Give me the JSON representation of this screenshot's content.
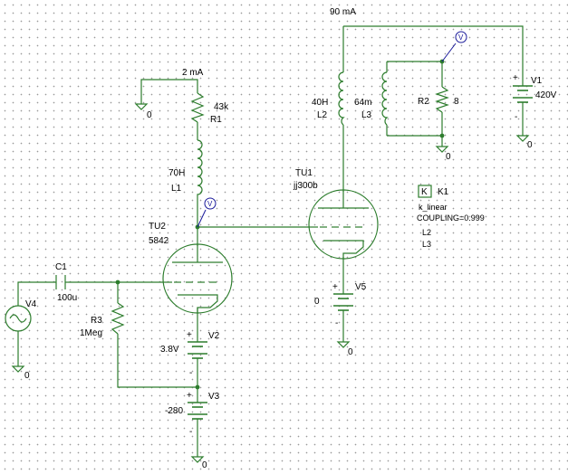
{
  "currents": {
    "plate_tu1": "90 mA",
    "plate_tu2": "2 mA"
  },
  "components": {
    "r1": {
      "ref": "R1",
      "value": "43k"
    },
    "r2": {
      "ref": "R2",
      "value": "8"
    },
    "r3": {
      "ref": "R3",
      "value": "1Meg"
    },
    "l1": {
      "ref": "L1",
      "value": "70H"
    },
    "l2": {
      "ref": "L2",
      "value": "40H"
    },
    "l3": {
      "ref": "L3",
      "value": "64m"
    },
    "c1": {
      "ref": "C1",
      "value": "100u"
    },
    "v1": {
      "ref": "V1",
      "value": "420V"
    },
    "v2": {
      "ref": "V2",
      "value": "3.8V"
    },
    "v3": {
      "ref": "V3",
      "value": "-280"
    },
    "v4": {
      "ref": "V4"
    },
    "v5": {
      "ref": "V5",
      "value": "0"
    },
    "tu1": {
      "ref": "TU1",
      "model": "jj300b"
    },
    "tu2": {
      "ref": "TU2",
      "model": "5842"
    }
  },
  "coupling": {
    "ref": "K1",
    "symbol": "K",
    "model": "k_linear",
    "param": "COUPLING=0.999",
    "inductors": [
      "L2",
      "L3"
    ]
  },
  "ground_label": "0",
  "probe_symbol": "V",
  "polarity": {
    "plus": "+",
    "minus": "-"
  }
}
